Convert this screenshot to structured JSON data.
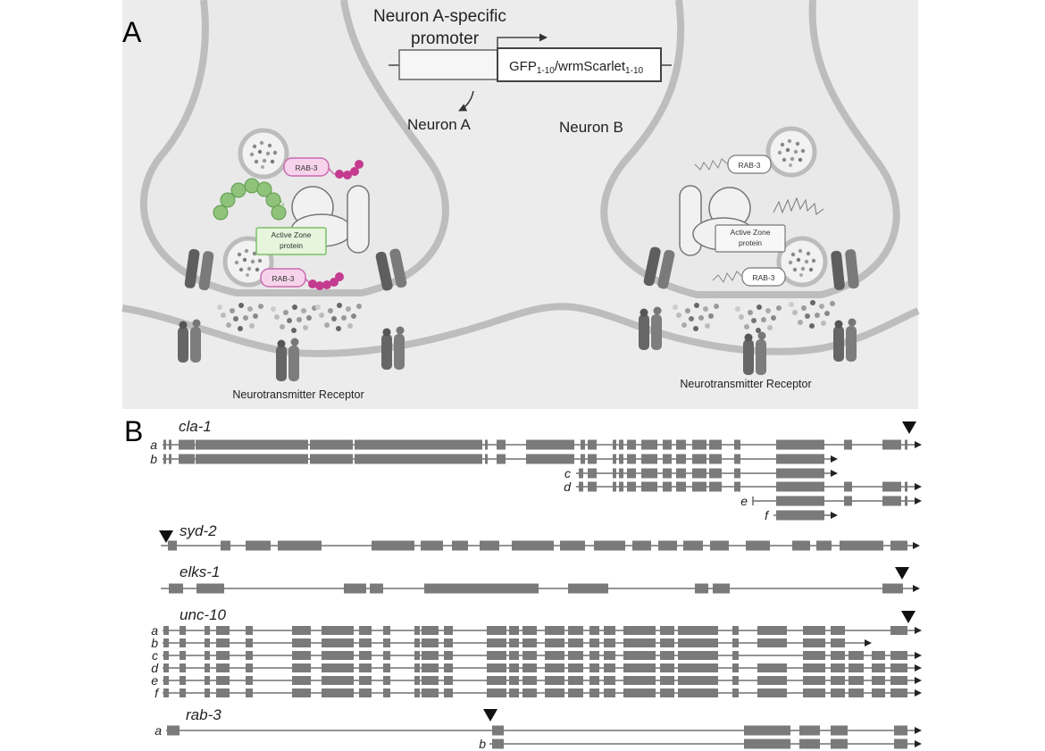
{
  "panel_a": {
    "label": "A",
    "promoter": {
      "line1": "Neuron A-specific",
      "line2": "promoter",
      "construct": "GFP",
      "sub1": "1-10",
      "mid": "/wrmScarlet",
      "sub2": "1-10"
    },
    "neuron_a": {
      "label": "Neuron A",
      "rab3_top": "RAB-3",
      "rab3_bottom": "RAB-3",
      "active_zone_line1": "Active Zone",
      "active_zone_line2": "protein",
      "receptor_label": "Neurotransmitter Receptor"
    },
    "neuron_b": {
      "label": "Neuron B",
      "rab3_top": "RAB-3",
      "rab3_bottom": "RAB-3",
      "active_zone_line1": "Active Zone",
      "active_zone_line2": "protein",
      "receptor_label": "Neurotransmitter Receptor"
    },
    "colors": {
      "background": "#ececec",
      "membrane": "#bdbdbd",
      "gfp": "#8fc27a",
      "scarlet": "#c43b8f",
      "rab3_fill": "#f6d3ea",
      "rab3_border": "#c96bb0",
      "az_fill": "#e6f5dc",
      "az_border": "#7cbf6a",
      "exon": "#7a7a7a"
    }
  },
  "panel_b": {
    "label": "B",
    "genes": [
      {
        "name": "cla-1",
        "isoforms": [
          "a",
          "b",
          "c",
          "d",
          "e",
          "f"
        ]
      },
      {
        "name": "syd-2",
        "isoforms": []
      },
      {
        "name": "elks-1",
        "isoforms": []
      },
      {
        "name": "unc-10",
        "isoforms": [
          "a",
          "b",
          "c",
          "d",
          "e",
          "f"
        ]
      },
      {
        "name": "rab-3",
        "isoforms": [
          "a",
          "b"
        ]
      }
    ],
    "marker": "insertion-site-triangle"
  }
}
